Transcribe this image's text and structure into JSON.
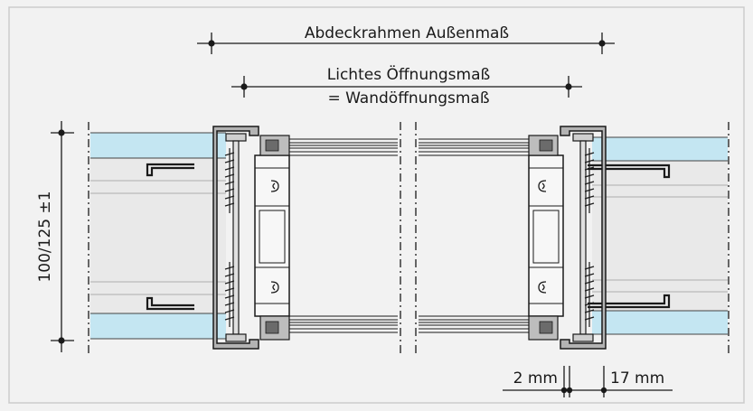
{
  "labels": {
    "cover_frame_outer": "Abdeckrahmen Außenmaß",
    "clear_opening_line1": "Lichtes Öffnungsmaß",
    "clear_opening_line2": "= Wandöffnungsmaß",
    "wall_thickness": "100/125 ±1",
    "gap_left": "2 mm",
    "gap_right": "17 mm"
  },
  "colors": {
    "background": "#f2f2f2",
    "frame_border": "#cccccc",
    "glass_blue": "#c4e6f2",
    "wall_grey": "#e9e9e9",
    "profile_grey": "#b3b3b3",
    "line": "#1a1a1a"
  }
}
